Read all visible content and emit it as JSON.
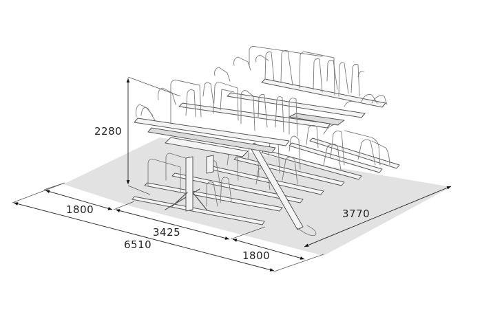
{
  "diagram": {
    "subject": "Two-tier bicycle parking rack, isometric technical drawing",
    "units": "mm",
    "floor_area_color": "#e2e2e2",
    "line_color": "#333333",
    "dimensions": {
      "height": "2280",
      "front_aisle_width": "1800",
      "rack_depth": "3425",
      "total_depth": "6510",
      "rear_aisle_width": "1800",
      "rack_length": "3770"
    }
  }
}
